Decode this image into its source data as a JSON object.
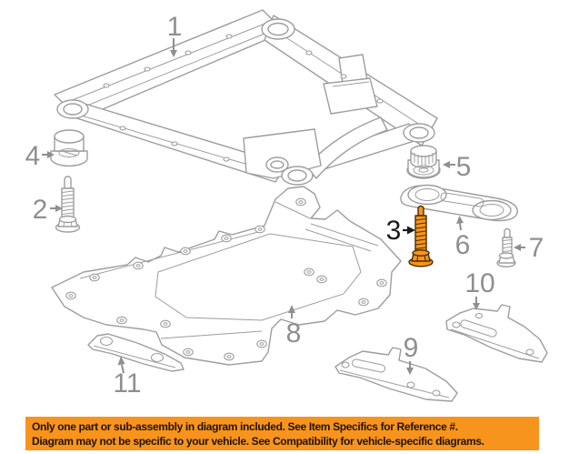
{
  "callouts": [
    {
      "number": "1",
      "highlighted": false
    },
    {
      "number": "2",
      "highlighted": false
    },
    {
      "number": "3",
      "highlighted": true
    },
    {
      "number": "4",
      "highlighted": false
    },
    {
      "number": "5",
      "highlighted": false
    },
    {
      "number": "6",
      "highlighted": false
    },
    {
      "number": "7",
      "highlighted": false
    },
    {
      "number": "8",
      "highlighted": false
    },
    {
      "number": "9",
      "highlighted": false
    },
    {
      "number": "10",
      "highlighted": false
    },
    {
      "number": "11",
      "highlighted": false
    }
  ],
  "banner": {
    "line1": "Only one part or sub-assembly in diagram included. See Item Specifics for Reference #.",
    "line2": "Diagram may not be specific to your vehicle. See Compatibility for vehicle-specific diagrams."
  },
  "colors": {
    "page_bg": "#ffffff",
    "line_art": "#9d9d9d",
    "label_gray": "#8f8f8f",
    "highlight_fill": "#f7941d",
    "highlight_stroke": "#4a2d00",
    "highlight_label": "#1a1a1a",
    "banner_bg": "#f7941d",
    "banner_text": "#1f1205"
  }
}
